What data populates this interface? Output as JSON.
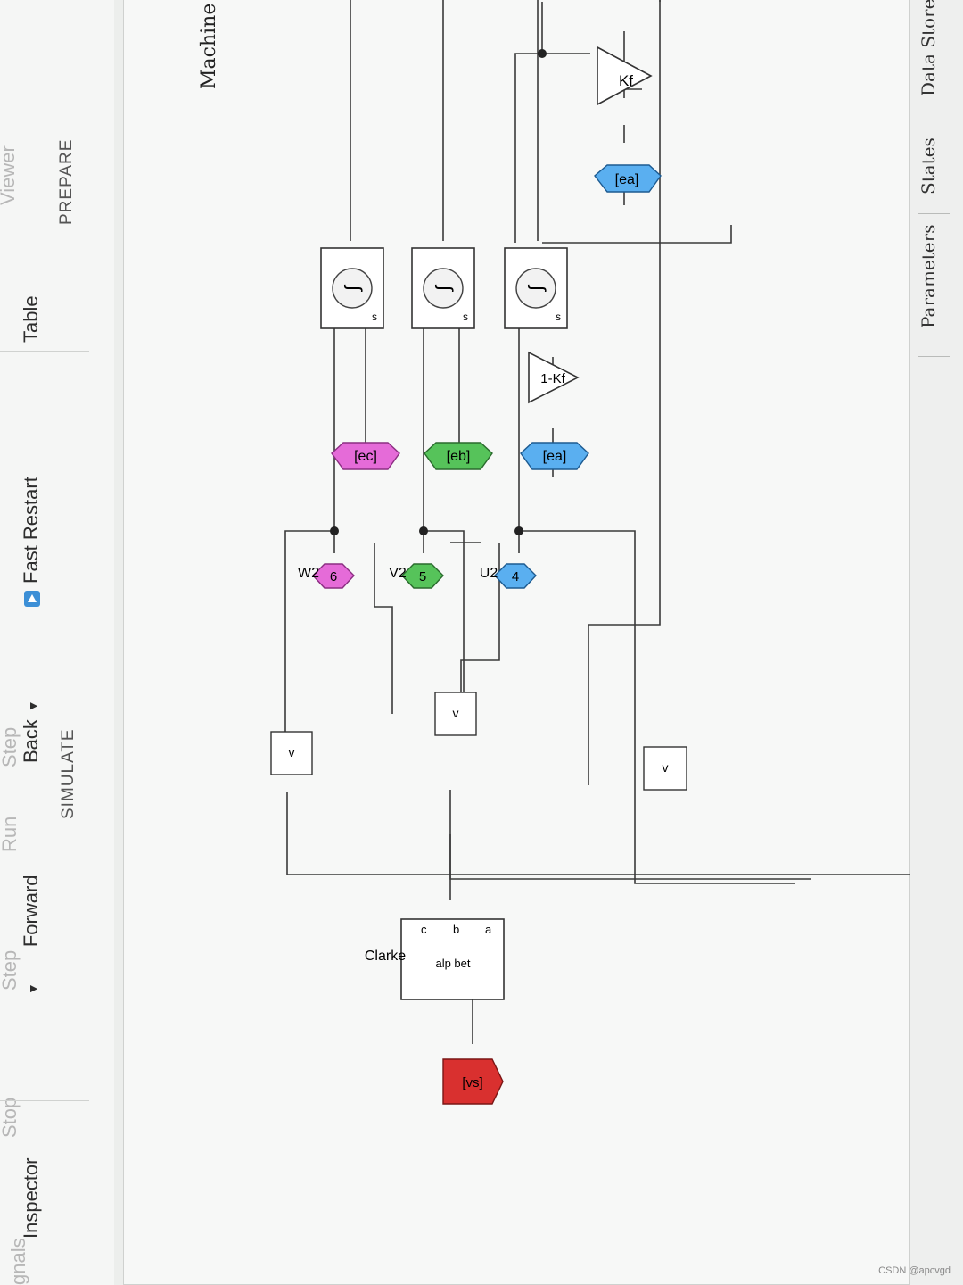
{
  "ribbon": {
    "faded_top": [
      "gnals",
      "Viewer",
      "Step",
      "Run",
      "Step",
      "Stop"
    ],
    "prepare_items": [
      "Table"
    ],
    "simulate_items": [
      "Fast Restart",
      "Back",
      "Forward"
    ],
    "inspector": "Inspector",
    "sections": [
      "PREPARE",
      "SIMULATE"
    ]
  },
  "breadcrumb": {
    "label": "Machine"
  },
  "diagram": {
    "gain_kf": "Kf",
    "gain_1mkf": "1-Kf",
    "from_tags": [
      "[ea]",
      "[ea]",
      "[eb]",
      "[ec]"
    ],
    "integrator_label": "s",
    "outports": [
      {
        "num": "4",
        "name": "U2"
      },
      {
        "num": "5",
        "name": "V2"
      },
      {
        "num": "6",
        "name": "W2"
      }
    ],
    "diff_symbol": "v",
    "clarke": {
      "name": "Clarke",
      "in_a": "a",
      "in_b": "b",
      "in_c": "c",
      "out": "alp bet"
    },
    "goto_tag": "[vs]",
    "colors": {
      "blue": "#5aaff0",
      "green": "#56c35a",
      "magenta": "#e56bd8",
      "red": "#d9302f"
    }
  },
  "tabs": [
    "Data Stores",
    "States",
    "Parameters"
  ],
  "watermark": "CSDN @apcvgd"
}
